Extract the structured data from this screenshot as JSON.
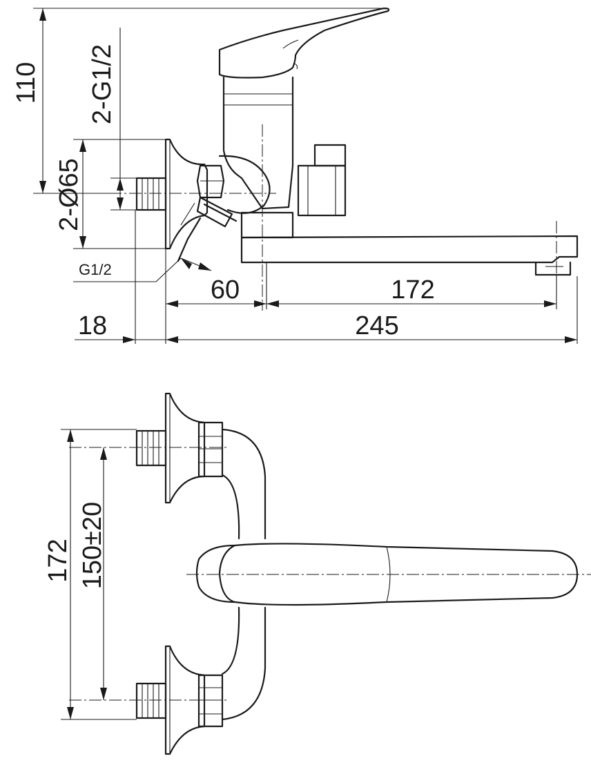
{
  "labels": {
    "height_110": "110",
    "inlet_thread": "2-G1/2",
    "flange_dia": "2-Ø65",
    "g_half": "G1/2",
    "dim_60": "60",
    "dim_172_top": "172",
    "dim_18": "18",
    "dim_245": "245",
    "dim_172_side": "172",
    "dim_150": "150±20"
  }
}
